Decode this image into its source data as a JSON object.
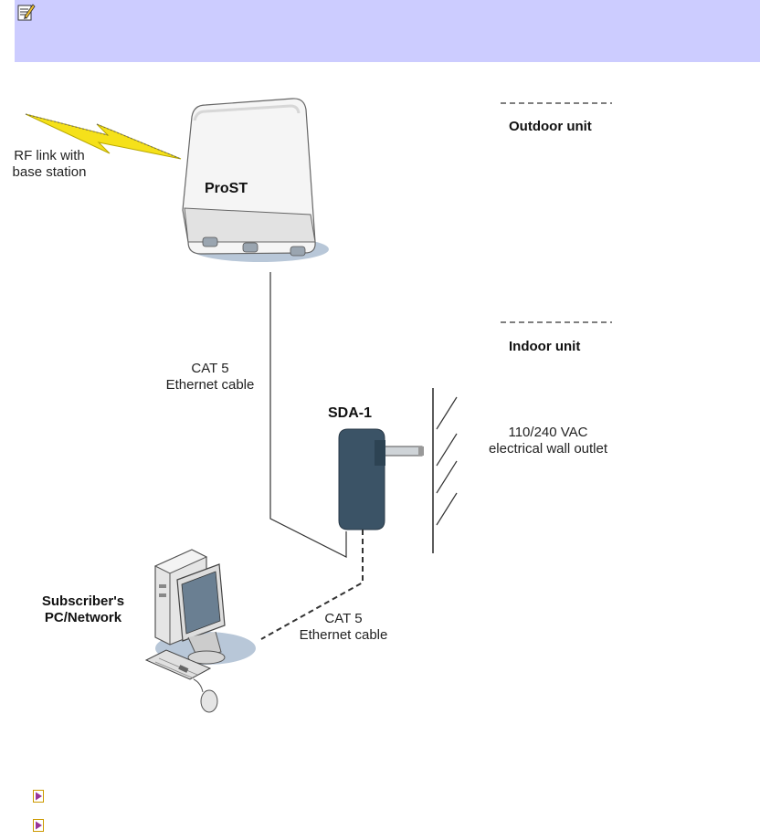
{
  "note": {
    "icon": "pencil-note-icon",
    "background": "#ccccff"
  },
  "diagram": {
    "labels": {
      "rf_link": [
        "RF link with",
        "base station"
      ],
      "prost": "ProST",
      "outdoor_unit": "Outdoor unit",
      "indoor_unit": "Indoor unit",
      "cat5_top": [
        "CAT 5",
        "Ethernet cable"
      ],
      "sda": "SDA-1",
      "wall_outlet": [
        "110/240 VAC",
        "electrical wall outlet"
      ],
      "subscriber": [
        "Subscriber's",
        "PC/Network"
      ],
      "cat5_bottom": [
        "CAT 5",
        "Ethernet cable"
      ]
    },
    "colors": {
      "lightning": "#f5e11a",
      "device_body": "#f5f5f5",
      "device_shadow": "#b8c7d8",
      "adapter": "#3b5366",
      "cable": "#333333"
    }
  },
  "links": [
    {
      "text": ""
    },
    {
      "text": ""
    }
  ]
}
